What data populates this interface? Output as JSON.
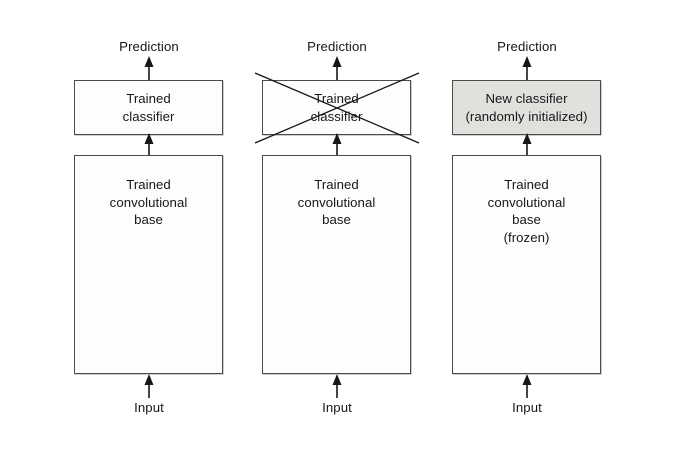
{
  "diagram": {
    "title": "Transfer learning: swapping the classifier on a trained convolutional base",
    "colors": {
      "background": "#ffffff",
      "box_stroke": "#4b4b4b",
      "box_fill": "#fdfdfb",
      "highlight_fill": "#e0e0dd",
      "text": "#16171a",
      "arrow": "#16171a"
    },
    "columns": [
      {
        "id": "column-original-model",
        "top_label": "Prediction",
        "bottom_label": "Input",
        "classifier": {
          "lines": [
            "Trained",
            "classifier"
          ],
          "filled": false,
          "crossed_out": false
        },
        "base": {
          "lines": [
            "Trained",
            "convolutional",
            "base"
          ],
          "filled": false
        }
      },
      {
        "id": "column-discard-classifier",
        "top_label": "Prediction",
        "bottom_label": "Input",
        "classifier": {
          "lines": [
            "Trained",
            "classifier"
          ],
          "filled": false,
          "crossed_out": true
        },
        "base": {
          "lines": [
            "Trained",
            "convolutional",
            "base"
          ],
          "filled": false
        }
      },
      {
        "id": "column-new-classifier",
        "top_label": "Prediction",
        "bottom_label": "Input",
        "classifier": {
          "lines": [
            "New classifier",
            "(randomly initialized)"
          ],
          "filled": true,
          "crossed_out": false
        },
        "base": {
          "lines": [
            "Trained",
            "convolutional",
            "base",
            "(frozen)"
          ],
          "filled": false
        }
      }
    ]
  }
}
